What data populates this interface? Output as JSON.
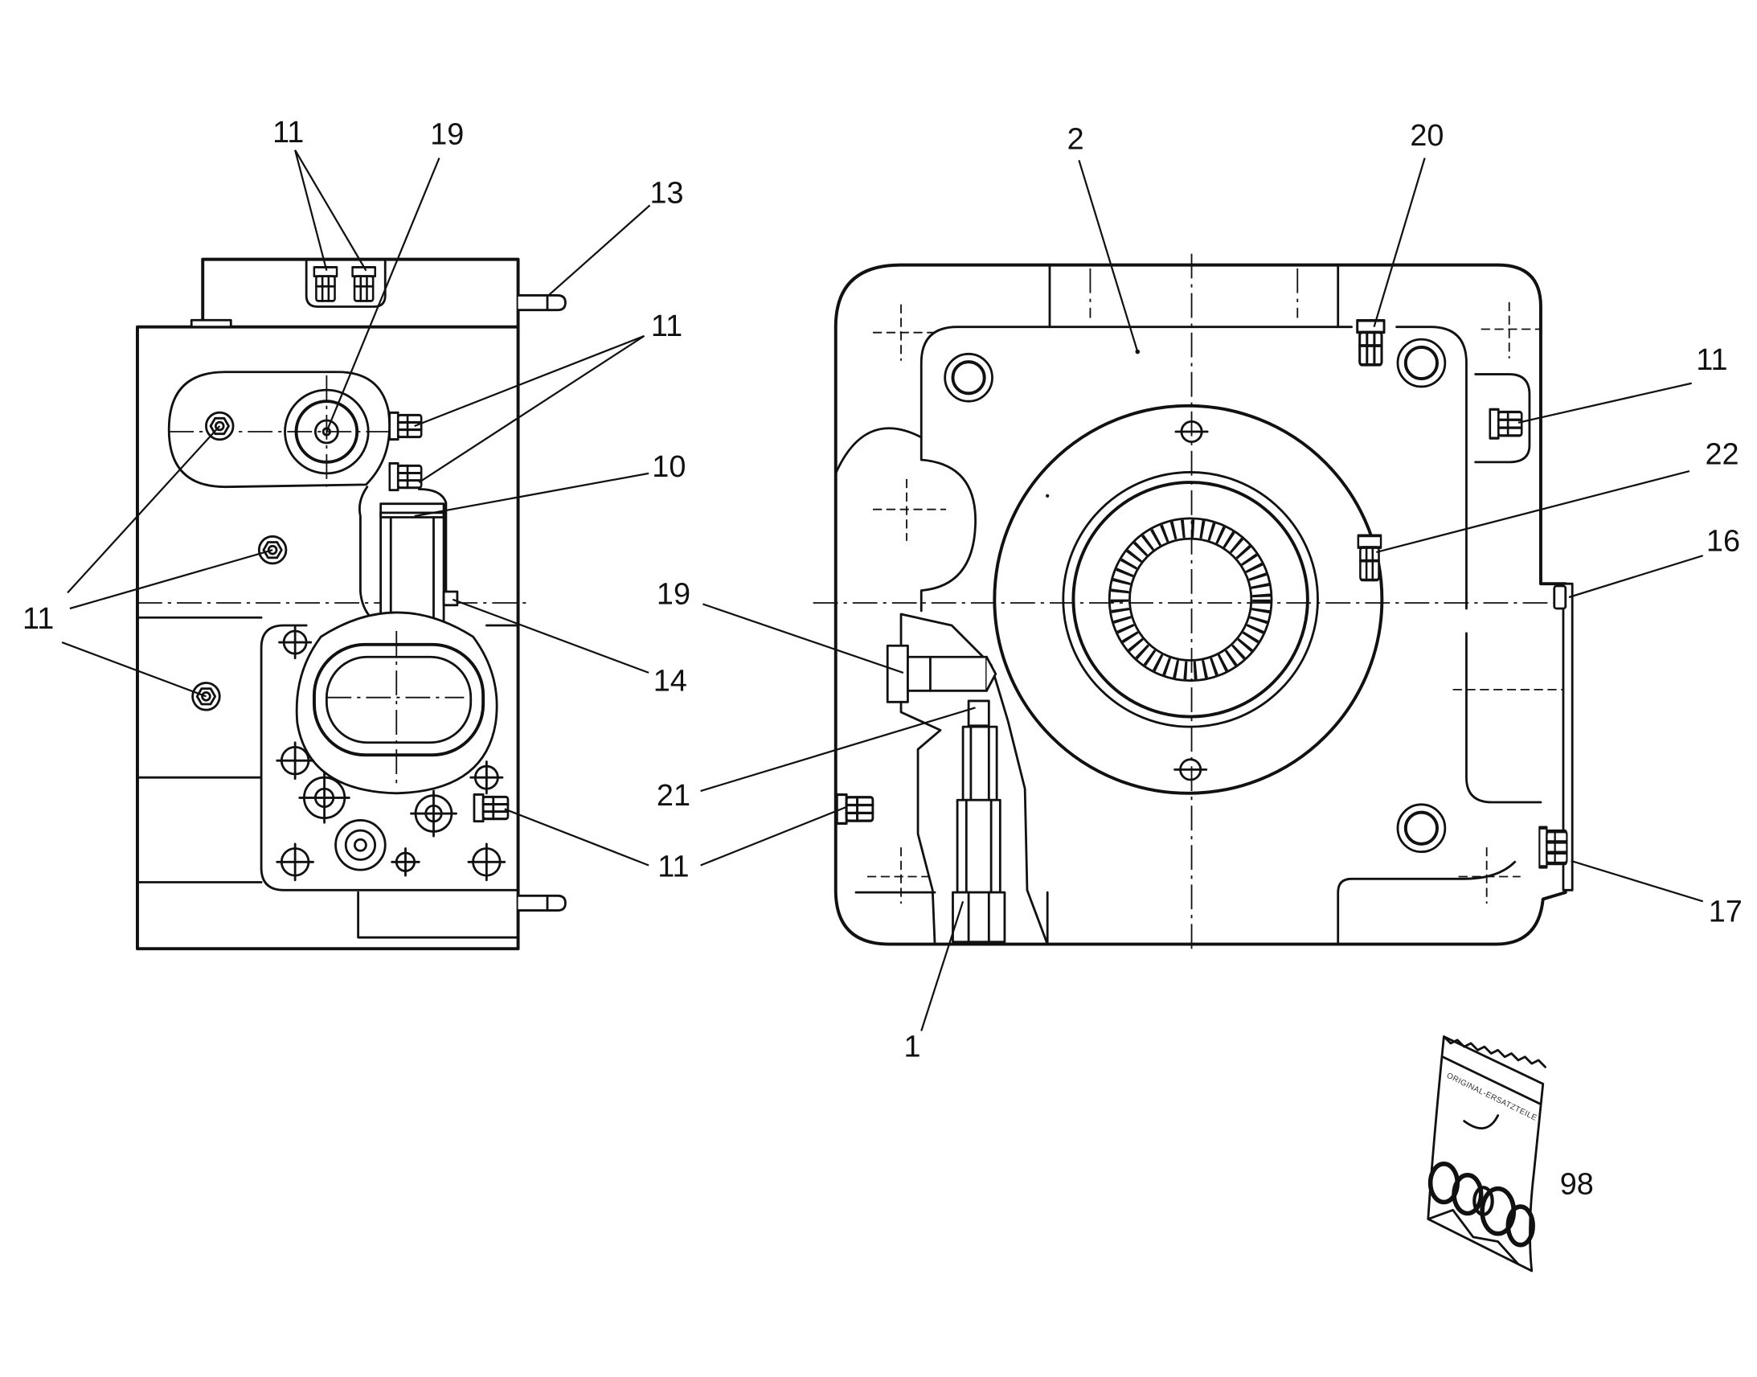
{
  "callouts": [
    {
      "number": "11"
    },
    {
      "number": "19"
    },
    {
      "number": "13"
    },
    {
      "number": "11"
    },
    {
      "number": "10"
    },
    {
      "number": "11"
    },
    {
      "number": "14"
    },
    {
      "number": "11"
    },
    {
      "number": "2"
    },
    {
      "number": "20"
    },
    {
      "number": "11"
    },
    {
      "number": "22"
    },
    {
      "number": "16"
    },
    {
      "number": "19"
    },
    {
      "number": "21"
    },
    {
      "number": "1"
    },
    {
      "number": "17"
    },
    {
      "number": "98"
    }
  ],
  "seal_kit": {
    "bag_text": "ORIGINAL-ERSATZTEILE"
  },
  "colors": {
    "line": "#111111",
    "background": "#ffffff"
  }
}
